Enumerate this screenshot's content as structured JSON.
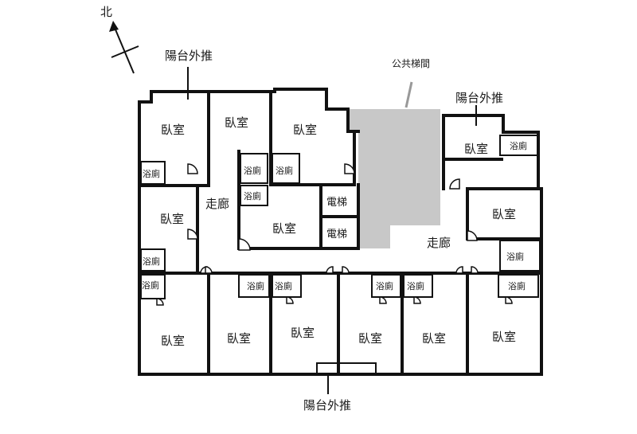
{
  "compass": {
    "label": "北"
  },
  "labels": {
    "balcony_top": "陽台外推",
    "balcony_right": "陽台外推",
    "balcony_bottom": "陽台外推",
    "stairwell": "公共梯間",
    "corridor_left": "走廊",
    "corridor_right": "走廊",
    "elevator_1": "電梯",
    "elevator_2": "電梯",
    "bedroom": "臥室",
    "bathroom": "浴廁"
  },
  "colors": {
    "stairwell_fill": "#c8c8c8",
    "wall": "#111111"
  }
}
